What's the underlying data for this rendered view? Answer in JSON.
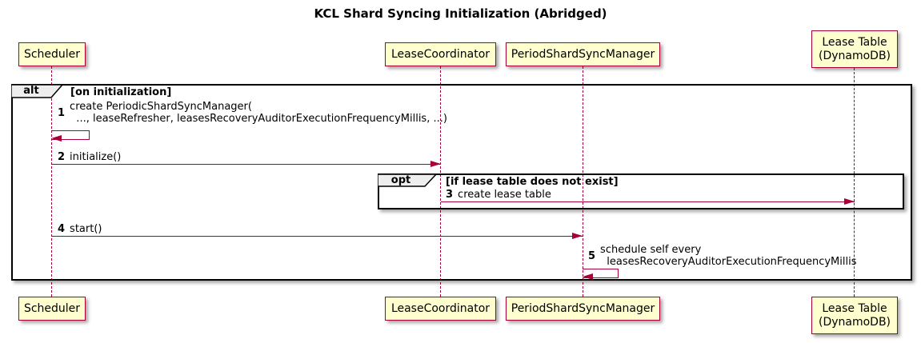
{
  "title": "KCL Shard Syncing Initialization (Abridged)",
  "colors": {
    "accent": "#A80036",
    "participant_fill": "#FEFECE",
    "frame_label_fill": "#EEEEEE",
    "frame_border": "#000000"
  },
  "participants": [
    {
      "label": "Scheduler"
    },
    {
      "label": "LeaseCoordinator"
    },
    {
      "label": "PeriodShardSyncManager"
    },
    {
      "label": "Lease Table\n(DynamoDB)"
    }
  ],
  "frames": {
    "alt": {
      "keyword": "alt",
      "condition": "[on initialization]"
    },
    "opt": {
      "keyword": "opt",
      "condition": "[if lease table does not exist]"
    }
  },
  "messages": [
    {
      "num": "1",
      "text": "create PeriodicShardSyncManager(\n  ..., leaseRefresher, leasesRecoveryAuditorExecutionFrequencyMillis, ...)"
    },
    {
      "num": "2",
      "text": "initialize()"
    },
    {
      "num": "3",
      "text": "create lease table"
    },
    {
      "num": "4",
      "text": "start()"
    },
    {
      "num": "5",
      "text": "schedule self every\n  leasesRecoveryAuditorExecutionFrequencyMillis"
    }
  ]
}
